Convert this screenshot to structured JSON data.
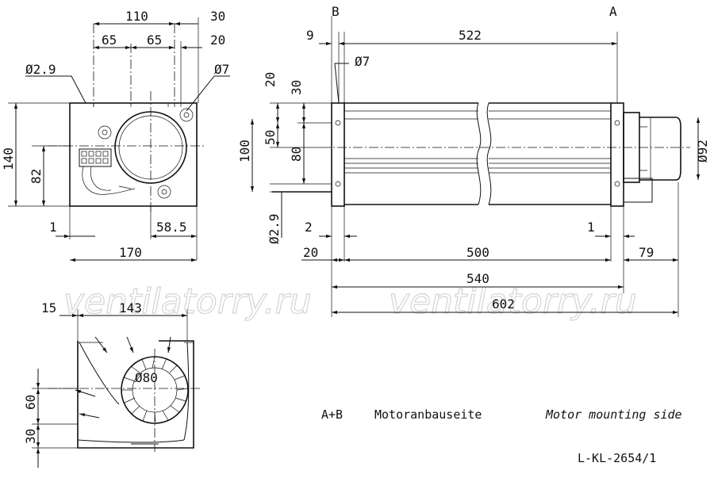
{
  "labels": {
    "section_b": "B",
    "section_a": "A"
  },
  "front_view": {
    "dims": {
      "d110": "110",
      "d30": "30",
      "d65a": "65",
      "d65b": "65",
      "d20": "20",
      "dia_2_9": "Ø2.9",
      "dia_7": "Ø7",
      "d140": "140",
      "d82": "82",
      "d1": "1",
      "d58_5": "58.5",
      "d170": "170"
    }
  },
  "side_view": {
    "dims": {
      "d9": "9",
      "d522": "522",
      "dia_7": "Ø7",
      "d20": "20",
      "d30": "30",
      "d50": "50",
      "d80": "80",
      "d100": "100",
      "dia_92": "Ø92",
      "dia_2_9": "Ø2.9",
      "d2": "2",
      "d1": "1",
      "d20b": "20",
      "d500": "500",
      "d79": "79",
      "d540": "540",
      "d602": "602"
    }
  },
  "section_view": {
    "dims": {
      "d15": "15",
      "d143": "143",
      "dia_80": "Ø80",
      "d60": "60",
      "d30": "30"
    }
  },
  "watermarks": [
    "ventilatorry.ru",
    "ventilatorry.ru"
  ],
  "legend": {
    "code": "A+B",
    "german": "Motoranbauseite",
    "english": "Motor mounting side"
  },
  "drawing_number": "L-KL-2654/1"
}
